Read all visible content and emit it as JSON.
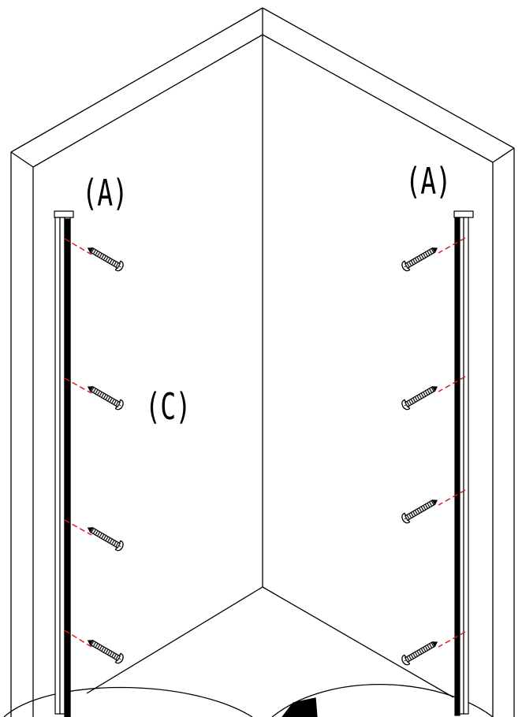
{
  "labels": {
    "profile_left": "(A)",
    "profile_right": "(A)",
    "screws": "(C)"
  },
  "colors": {
    "line": "#000000",
    "drill_guide": "#e0141c",
    "background": "#ffffff"
  },
  "icons": {
    "screw": "screw-icon",
    "wall_profile": "wall-profile-icon"
  }
}
